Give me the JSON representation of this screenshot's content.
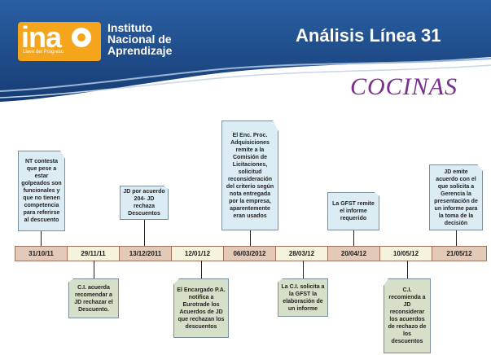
{
  "header": {
    "logo_letters": "ina",
    "logo_tagline": "Llave del Progreso",
    "institute_lines": [
      "Instituto",
      "Nacional de",
      "Aprendizaje"
    ],
    "title": "Análisis Línea 31",
    "subtitle": "COCINAS",
    "colors": {
      "banner": "#1f4f8f",
      "logo": "#f4a51c",
      "subtitle": "#7b2d8e"
    }
  },
  "timeline": {
    "dates": [
      "31/10/11",
      "29/11/11",
      "13/12/2011",
      "12/01/12",
      "06/03/2012",
      "28/03/12",
      "20/04/12",
      "10/05/12",
      "21/05/12"
    ],
    "events_above": [
      "NT contesta que pese a estar golpeados son funcionales y que no tienen competencia para referirse al descuento",
      "JD por acuerdo 204- JD rechaza Descuentos",
      "El Enc. Proc. Adquisiciones remite a la Comisión de Licitaciones, solicitud reconsideración del criterio según nota entregada por la empresa, aparentemente eran usados",
      "La GFST remite el informe requerido",
      "JD emite acuerdo con el que solicita a Gerencia la presentación de un informe para la toma de la decisión"
    ],
    "events_below": [
      "C.I. acuerda recomendar a JD rechazar el Descuento.",
      "El Encargado P.A. notifica a Eurotrade los Acuerdos de JD que rechazan los descuentos",
      "La C.I. solicita a la GFST la elaboración de un informe",
      "C.I. recomienda a JD reconsiderar los acuerdos de rechazo de los descuentos"
    ]
  }
}
